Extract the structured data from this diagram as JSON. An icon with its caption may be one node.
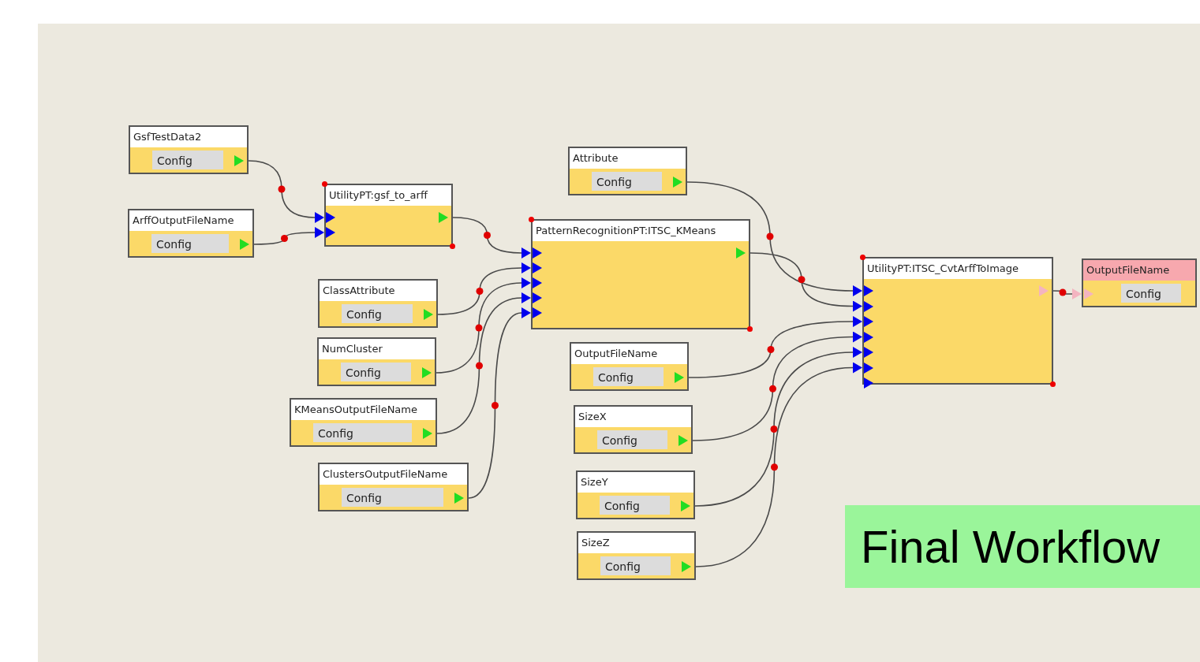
{
  "diagram": {
    "nodes": [
      {
        "text": [
          "GsfTestData2",
          "Config"
        ]
      },
      {
        "text": [
          "ArffOutputFileName",
          "Config"
        ]
      },
      {
        "text": [
          "UtilityPT:gsf_to_arff"
        ]
      },
      {
        "text": [
          "Attribute",
          "Config"
        ]
      },
      {
        "text": [
          "PatternRecognitionPT:ITSC_KMeans"
        ]
      },
      {
        "text": [
          "ClassAttribute",
          "Config"
        ]
      },
      {
        "text": [
          "NumCluster",
          "Config"
        ]
      },
      {
        "text": [
          "KMeansOutputFileName",
          "Config"
        ]
      },
      {
        "text": [
          "ClustersOutputFileName",
          "Config"
        ]
      },
      {
        "text": [
          "OutputFileName",
          "Config"
        ]
      },
      {
        "text": [
          "UtilityPT:ITSC_CvtArffToImage"
        ]
      },
      {
        "text": [
          "OutputFileName",
          "Config"
        ]
      },
      {
        "text": [
          "SizeX",
          "Config"
        ]
      },
      {
        "text": [
          "SizeY",
          "Config"
        ]
      },
      {
        "text": [
          "SizeZ",
          "Config"
        ]
      }
    ],
    "edges": [
      {
        "from": 0,
        "to": 2,
        "arrow": "to"
      },
      {
        "from": 1,
        "to": 2,
        "arrow": "to"
      },
      {
        "from": 2,
        "to": 4,
        "arrow": "to"
      },
      {
        "from": 5,
        "to": 4,
        "arrow": "to"
      },
      {
        "from": 6,
        "to": 4,
        "arrow": "to"
      },
      {
        "from": 7,
        "to": 4,
        "arrow": "to"
      },
      {
        "from": 8,
        "to": 4,
        "arrow": "to"
      },
      {
        "from": 3,
        "to": 10,
        "arrow": "to"
      },
      {
        "from": 4,
        "to": 10,
        "arrow": "to"
      },
      {
        "from": 9,
        "to": 10,
        "arrow": "to"
      },
      {
        "from": 12,
        "to": 10,
        "arrow": "to"
      },
      {
        "from": 13,
        "to": 10,
        "arrow": "to"
      },
      {
        "from": 14,
        "to": 10,
        "arrow": "to"
      },
      {
        "from": 10,
        "to": 11,
        "arrow": "to"
      }
    ],
    "labels": [
      "Final Workflow"
    ]
  }
}
